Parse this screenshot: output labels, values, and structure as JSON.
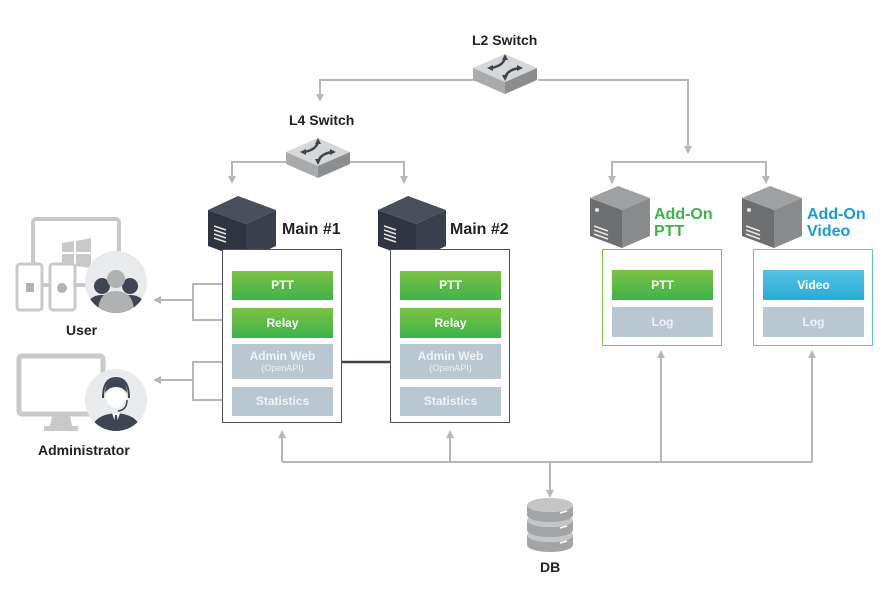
{
  "labels": {
    "l2_switch": "L2 Switch",
    "l4_switch": "L4 Switch",
    "user": "User",
    "administrator": "Administrator",
    "db": "DB"
  },
  "servers": {
    "main1": {
      "title": "Main #1",
      "modules": [
        {
          "label": "PTT",
          "style": "green"
        },
        {
          "label": "Relay",
          "style": "green"
        },
        {
          "label": "Admin Web",
          "sub": "(OpenAPI)",
          "style": "grey"
        },
        {
          "label": "Statistics",
          "style": "grey"
        }
      ]
    },
    "main2": {
      "title": "Main #2",
      "modules": [
        {
          "label": "PTT",
          "style": "green"
        },
        {
          "label": "Relay",
          "style": "green"
        },
        {
          "label": "Admin Web",
          "sub": "(OpenAPI)",
          "style": "grey"
        },
        {
          "label": "Statistics",
          "style": "grey"
        }
      ]
    },
    "addon_ptt": {
      "title_line1": "Add-On",
      "title_line2": "PTT",
      "color": "#3db34a",
      "modules": [
        {
          "label": "PTT",
          "style": "green"
        },
        {
          "label": "Log",
          "style": "grey"
        }
      ]
    },
    "addon_video": {
      "title_line1": "Add-On",
      "title_line2": "Video",
      "color": "#1a9ad6",
      "modules": [
        {
          "label": "Video",
          "style": "blue"
        },
        {
          "label": "Log",
          "style": "grey"
        }
      ]
    }
  },
  "colors": {
    "connector": "#b5b7b9",
    "peer_link": "#3f4452",
    "main_server": "#2f3440",
    "addon_server": "#6d6e70"
  }
}
